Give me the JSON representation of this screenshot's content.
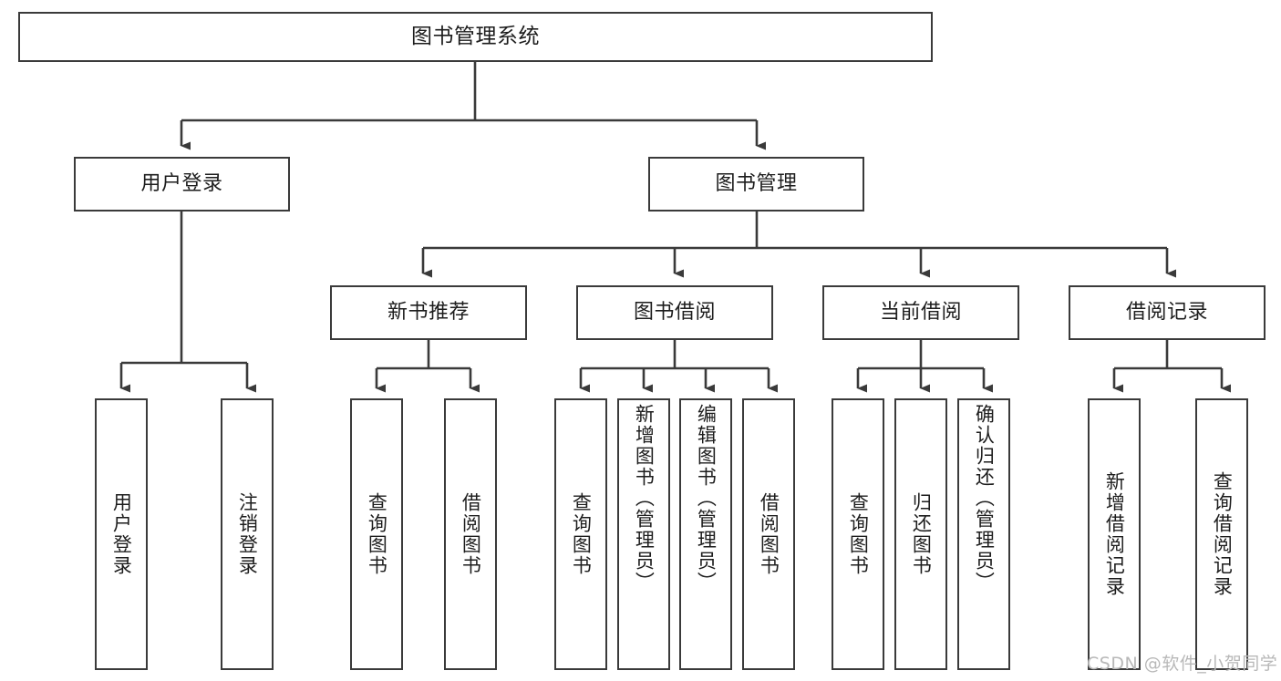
{
  "diagram": {
    "type": "tree-hierarchy",
    "title": "图书管理系统",
    "watermark": "CSDN @软件_小贺同学",
    "colors": {
      "stroke": "#3a3a3a",
      "fill": "#ffffff",
      "text": "#1d1d1d",
      "watermark": "#b8b8b8"
    },
    "nodes": {
      "root": {
        "label": "图书管理系统"
      },
      "level2": [
        {
          "id": "user-login",
          "label": "用户登录"
        },
        {
          "id": "book-manage",
          "label": "图书管理"
        }
      ],
      "level3": [
        {
          "id": "new-book-recommend",
          "label": "新书推荐"
        },
        {
          "id": "book-borrow",
          "label": "图书借阅"
        },
        {
          "id": "current-borrow",
          "label": "当前借阅"
        },
        {
          "id": "borrow-record",
          "label": "借阅记录"
        }
      ],
      "leaves": [
        {
          "id": "leaf-user-login",
          "label": "用户登录",
          "parent": "user-login"
        },
        {
          "id": "leaf-logout",
          "label": "注销登录",
          "parent": "user-login"
        },
        {
          "id": "leaf-query-book-1",
          "label": "查询图书",
          "parent": "new-book-recommend"
        },
        {
          "id": "leaf-borrow-book-1",
          "label": "借阅图书",
          "parent": "new-book-recommend"
        },
        {
          "id": "leaf-query-book-2",
          "label": "查询图书",
          "parent": "book-borrow"
        },
        {
          "id": "leaf-add-book",
          "label": "新增图书（管理员）",
          "parent": "book-borrow"
        },
        {
          "id": "leaf-edit-book",
          "label": "编辑图书（管理员）",
          "parent": "book-borrow"
        },
        {
          "id": "leaf-borrow-book-2",
          "label": "借阅图书",
          "parent": "book-borrow"
        },
        {
          "id": "leaf-query-book-3",
          "label": "查询图书",
          "parent": "current-borrow"
        },
        {
          "id": "leaf-return-book",
          "label": "归还图书",
          "parent": "current-borrow"
        },
        {
          "id": "leaf-confirm-return",
          "label": "确认归还（管理员）",
          "parent": "current-borrow"
        },
        {
          "id": "leaf-add-record",
          "label": "新增借阅记录",
          "parent": "borrow-record"
        },
        {
          "id": "leaf-query-record",
          "label": "查询借阅记录",
          "parent": "borrow-record"
        }
      ]
    }
  }
}
